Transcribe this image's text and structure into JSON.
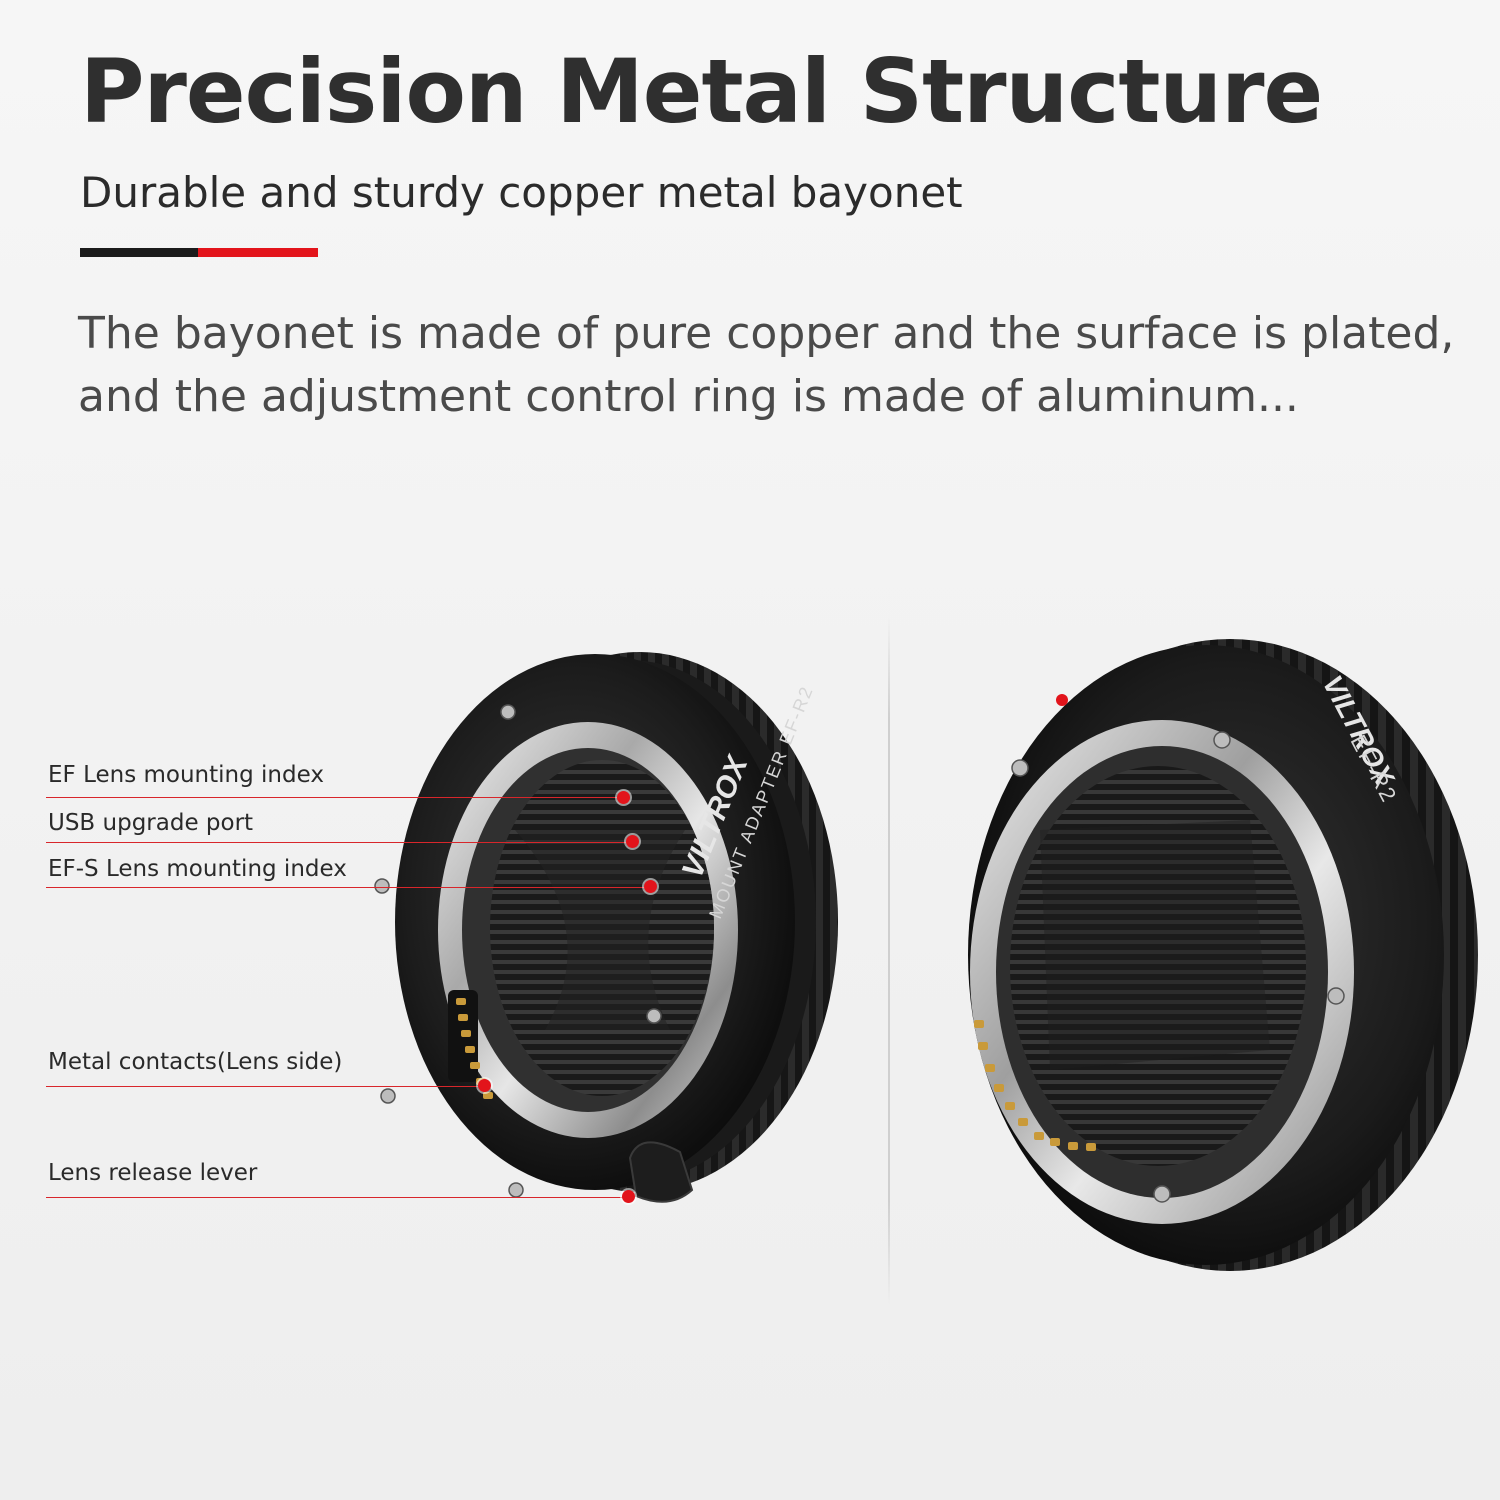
{
  "header": {
    "title": "Precision Metal Structure",
    "subtitle": "Durable and sturdy copper metal bayonet",
    "accent_colors": [
      "#1b1b1b",
      "#e3141b"
    ]
  },
  "description": {
    "line1": "The bayonet is made of pure copper and the surface is plated,",
    "line2": "and the adjustment control ring is made of aluminum..."
  },
  "product": {
    "brand": "VILTROX",
    "model": "EF-R2",
    "adapter_text": "MOUNT ADAPTER"
  },
  "annotations": [
    {
      "label": "EF Lens mounting index"
    },
    {
      "label": "USB upgrade port"
    },
    {
      "label": "EF-S Lens mounting index"
    },
    {
      "label": "Metal contacts(Lens side)"
    },
    {
      "label": "Lens release lever"
    }
  ],
  "colors": {
    "accent_red": "#e2141b",
    "text_dark": "#2f2f2f",
    "ring_black": "#141414"
  }
}
